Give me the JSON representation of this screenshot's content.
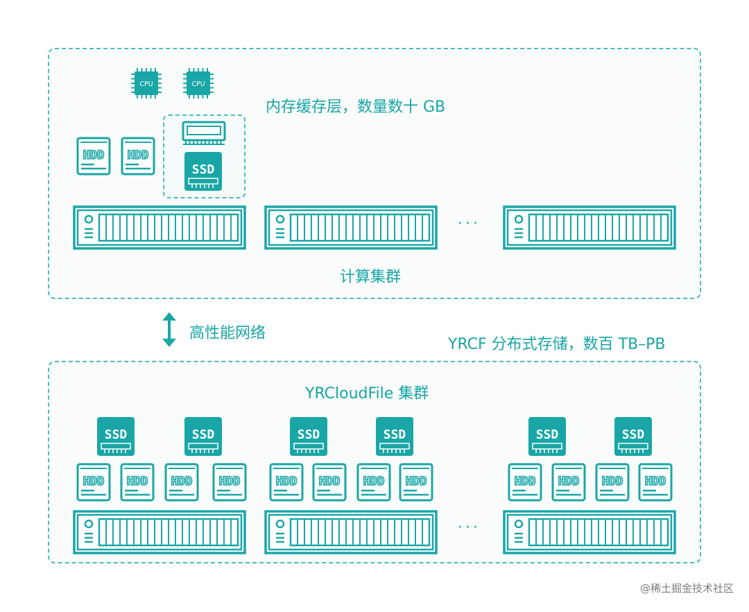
{
  "labels": {
    "memory_cache": "内存缓存层，数量数十 GB",
    "compute_cluster": "计算集群",
    "network": "高性能网络",
    "storage": "YRCF 分布式存储，数百 TB–PB",
    "yrcloud_cluster": "YRCloudFile 集群"
  },
  "icon_text": {
    "cpu": "CPU",
    "hdd": "HDD",
    "ssd": "SSD"
  },
  "ellipsis": "···",
  "watermark": "@稀土掘金技术社区",
  "colors": {
    "accent": "#1aa6a6",
    "border": "#4bbcbc",
    "panel_bg": "#fafcfc"
  },
  "icons": [
    "cpu-icon",
    "hdd-icon",
    "ssd-icon",
    "ram-icon",
    "server-icon",
    "double-arrow-icon"
  ]
}
